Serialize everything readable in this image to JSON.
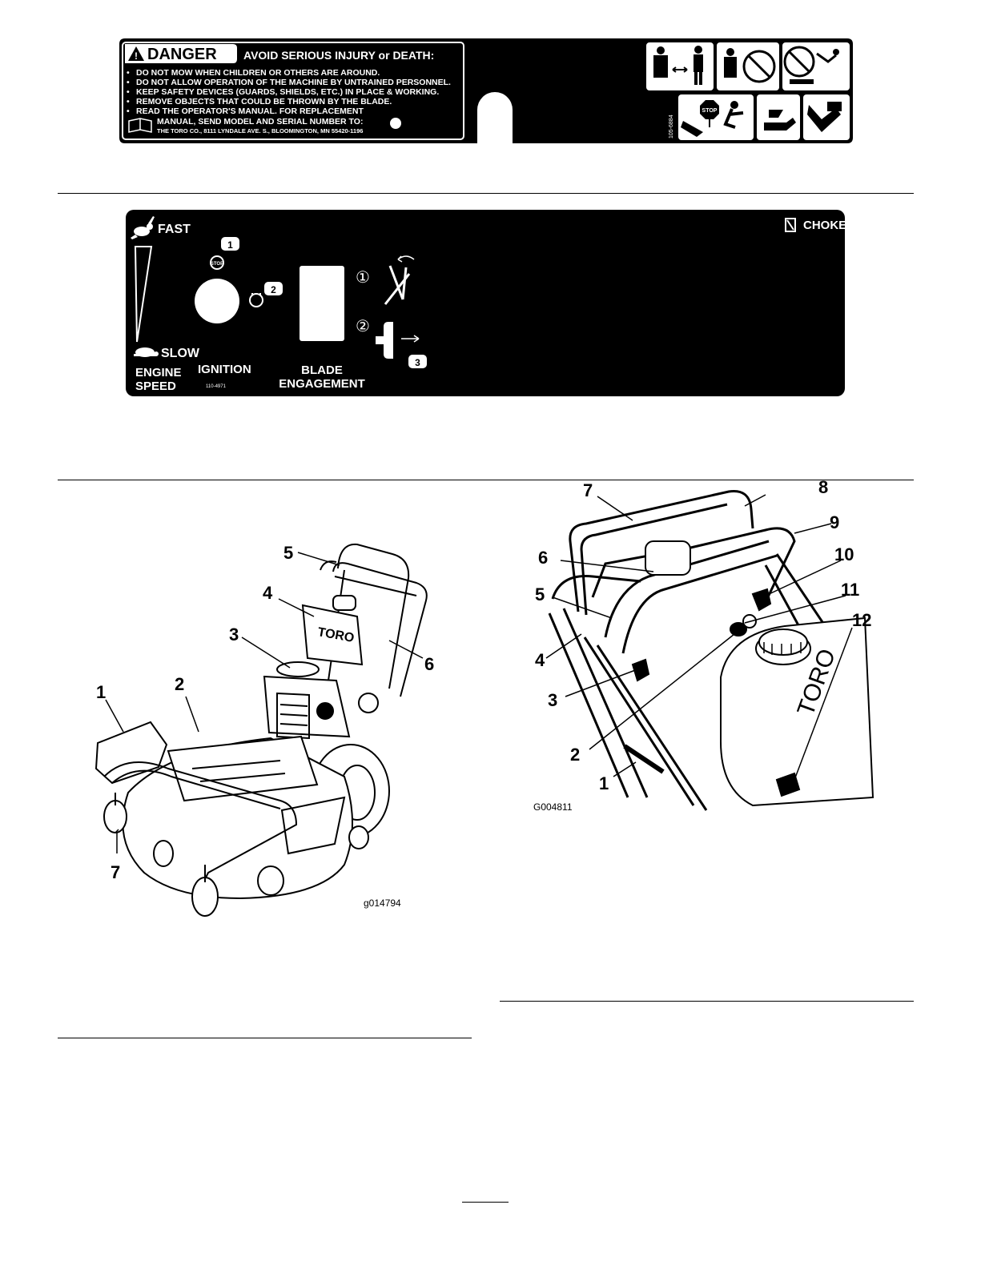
{
  "danger_decal": {
    "badge": "DANGER",
    "headline": "AVOID SERIOUS INJURY or DEATH:",
    "bullets": [
      "DO NOT MOW WHEN CHILDREN OR OTHERS ARE AROUND.",
      "DO NOT ALLOW OPERATION OF THE MACHINE BY UNTRAINED PERSONNEL.",
      "KEEP SAFETY DEVICES (GUARDS, SHIELDS, ETC.) IN PLACE & WORKING.",
      "REMOVE OBJECTS THAT COULD BE THROWN BY THE BLADE.",
      "READ THE OPERATOR'S MANUAL. FOR REPLACEMENT"
    ],
    "manual_line": "MANUAL, SEND MODEL AND SERIAL NUMBER TO:",
    "address": "THE TORO CO., 8111 LYNDALE AVE. S., BLOOMINGTON, MN 55420-1196",
    "part_number": "105-6884",
    "stop_sign": "STOP"
  },
  "control_decal": {
    "fast": "FAST",
    "slow": "SLOW",
    "engine_speed": [
      "ENGINE",
      "SPEED"
    ],
    "ignition": "IGNITION",
    "ignition_part": "110-4971",
    "stop_sign": "STOP",
    "blade_engagement": [
      "BLADE",
      "ENGAGEMENT"
    ],
    "choke": "CHOKE",
    "step1": "①",
    "step2": "②",
    "callouts": [
      "1",
      "2",
      "3"
    ]
  },
  "figure_left": {
    "id": "g014794",
    "brand": "TORO",
    "callouts": [
      "1",
      "2",
      "3",
      "4",
      "5",
      "6",
      "7"
    ]
  },
  "figure_right": {
    "id": "G004811",
    "brand": "TORO",
    "callouts": [
      "1",
      "2",
      "3",
      "4",
      "5",
      "6",
      "7",
      "8",
      "9",
      "10",
      "11",
      "12"
    ]
  }
}
